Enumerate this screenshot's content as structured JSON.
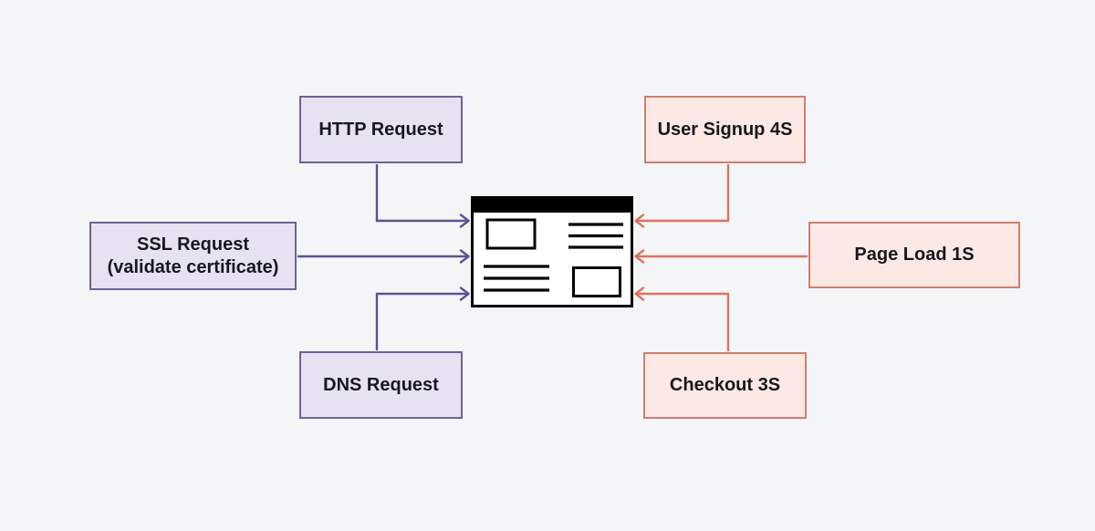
{
  "diagram": {
    "background": "#f4f5f7",
    "text_color": "#17171f",
    "request_nodes": {
      "accent": "#5d5191",
      "box_fill": "#e7e2f2",
      "box_border": "#6d6296",
      "items": [
        {
          "label": "HTTP Request"
        },
        {
          "label": "SSL Request",
          "sublabel": "(validate certificate)"
        },
        {
          "label": "DNS Request"
        }
      ]
    },
    "metric_nodes": {
      "accent": "#dd7261",
      "box_fill": "#fce8e4",
      "box_border": "#cf7e6e",
      "items": [
        {
          "label": "User Signup 4S"
        },
        {
          "label": "Page Load 1S"
        },
        {
          "label": "Checkout 3S"
        }
      ]
    },
    "center_icon": "browser-window"
  }
}
